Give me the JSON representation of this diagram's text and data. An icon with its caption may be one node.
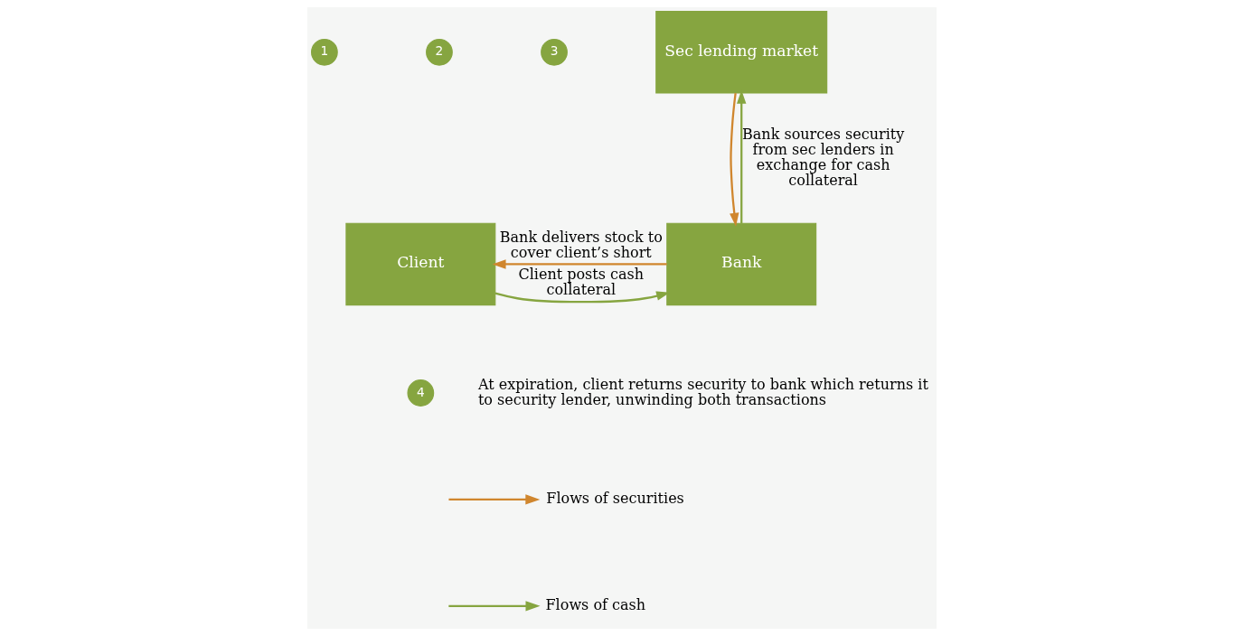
{
  "diagram": {
    "nodes": [
      {
        "text": [
          "Sec lending market"
        ]
      },
      {
        "text": [
          "Client"
        ]
      },
      {
        "text": [
          "Bank"
        ]
      },
      {
        "text": [
          "1"
        ]
      },
      {
        "text": [
          "2"
        ]
      },
      {
        "text": [
          "3"
        ]
      },
      {
        "text": [
          "4"
        ],
        "beside": [
          "At expiration, client returns security to bank which returns it to security lender, unwinding both transactions"
        ]
      }
    ],
    "edges": [
      {
        "from": 1,
        "to": 2,
        "arrow": "to",
        "label": "Client posts cash collateral",
        "color": "#86a540"
      },
      {
        "from": 2,
        "to": 0,
        "arrow": "to",
        "label": "Bank sources security from sec lenders in exchange for cash collateral",
        "color": "#86a540"
      },
      {
        "from": 0,
        "to": 2,
        "arrow": "to",
        "color": "#d0862e"
      },
      {
        "from": 2,
        "to": 1,
        "arrow": "to",
        "label": "Bank delivers stock to cover client’s short",
        "color": "#d0862e"
      }
    ],
    "legend": [
      {
        "text": "Flows of securities"
      },
      {
        "text": "Flows of cash"
      }
    ]
  }
}
